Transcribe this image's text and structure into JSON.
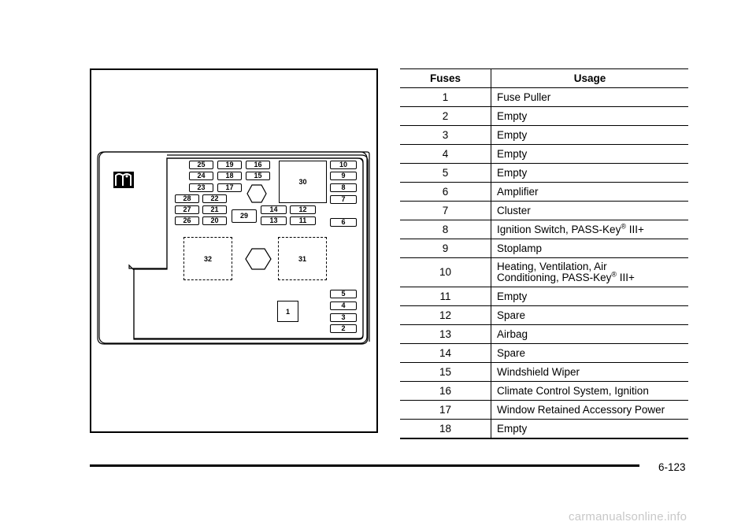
{
  "diagram": {
    "fuses_top": [
      "25",
      "19",
      "16",
      "24",
      "18",
      "15",
      "23",
      "17",
      "28",
      "22",
      "27",
      "21",
      "26",
      "20"
    ],
    "center": {
      "f29": "29",
      "f14": "14",
      "f12": "12",
      "f13": "13",
      "f11": "11",
      "f30": "30"
    },
    "right_column": [
      "10",
      "9",
      "8",
      "7",
      "6",
      "5",
      "4",
      "3",
      "2"
    ],
    "relays": {
      "left": "32",
      "right": "31"
    },
    "puller": "1"
  },
  "table": {
    "headers": [
      "Fuses",
      "Usage"
    ],
    "rows": [
      {
        "fuse": "1",
        "usage": "Fuse Puller"
      },
      {
        "fuse": "2",
        "usage": "Empty"
      },
      {
        "fuse": "3",
        "usage": "Empty"
      },
      {
        "fuse": "4",
        "usage": "Empty"
      },
      {
        "fuse": "5",
        "usage": "Empty"
      },
      {
        "fuse": "6",
        "usage": "Amplifier"
      },
      {
        "fuse": "7",
        "usage": "Cluster"
      },
      {
        "fuse": "8",
        "usage": "Ignition Switch, PASS-Key",
        "reg": "®",
        "suffix": " III+"
      },
      {
        "fuse": "9",
        "usage": "Stoplamp"
      },
      {
        "fuse": "10",
        "usage_line1": "Heating, Ventilation, Air",
        "usage_line2": "Conditioning, PASS-Key",
        "reg": "®",
        "suffix": " III+"
      },
      {
        "fuse": "11",
        "usage": "Empty"
      },
      {
        "fuse": "12",
        "usage": "Spare"
      },
      {
        "fuse": "13",
        "usage": "Airbag"
      },
      {
        "fuse": "14",
        "usage": "Spare"
      },
      {
        "fuse": "15",
        "usage": "Windshield Wiper"
      },
      {
        "fuse": "16",
        "usage": "Climate Control System, Ignition"
      },
      {
        "fuse": "17",
        "usage": "Window Retained Accessory Power"
      },
      {
        "fuse": "18",
        "usage": "Empty"
      }
    ]
  },
  "footer": {
    "page_number": "6-123"
  },
  "watermark": "carmanualsonline.info"
}
